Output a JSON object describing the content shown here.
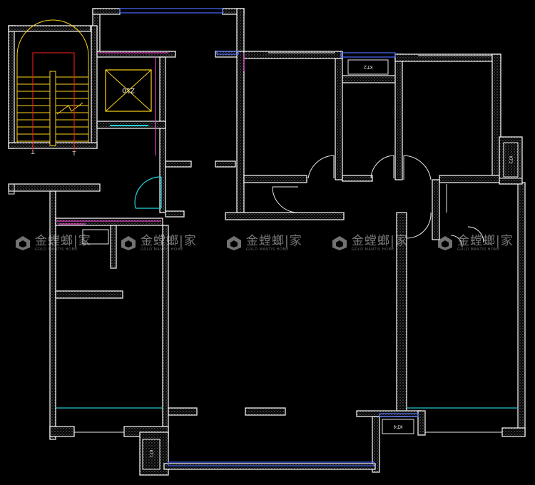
{
  "watermark": {
    "brand_cn": "金螳螂|家",
    "brand_en": "GOLD MANTIS HOME"
  },
  "labels": {
    "elevator_code": "Z10",
    "ac_unit_left": "KT1",
    "ac_unit_top": "KT2",
    "ac_unit_right": "KT3",
    "ac_unit_bottom": "KT4",
    "stair_mark_left": "T",
    "stair_mark_right": "T"
  },
  "colors": {
    "wall_outline": "#e8e8e8",
    "wall_hatch": "#9a9a9a",
    "stair_outline": "#ffd21a",
    "window": "#4a6cff",
    "door": "#22d3e0",
    "accent_magenta": "#e040c0",
    "axis_red": "#ff2020",
    "floor_line": "#22c4c4"
  }
}
